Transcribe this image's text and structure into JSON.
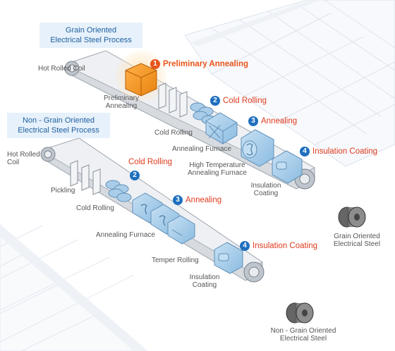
{
  "titles": {
    "grain_oriented": [
      "Grain Oriented",
      "Electrical Steel Process"
    ],
    "non_grain_oriented": [
      "Non - Grain Oriented",
      "Electrical Steel Process"
    ]
  },
  "colors": {
    "accent_orange": "#e8541a",
    "step_badge_blue": "#1f6fbf",
    "title_bg": "#e6f1fb",
    "title_text": "#1f5f9e",
    "machine_blue": "#9cc6e6",
    "label_grey": "#555555"
  },
  "upper_line": {
    "labels": {
      "hot_rolled_coil": "Hot Rolled Coil",
      "preliminary_annealing": [
        "Preliminary",
        "Annealing"
      ],
      "cold_rolling": "Cold Rolling",
      "annealing_furnace": "Annealing Furnace",
      "high_temp_annealing": [
        "High Temperature",
        "Annealing Furnace"
      ],
      "insulation_coating": [
        "Insulation",
        "Coating"
      ]
    },
    "steps": [
      {
        "num": "1",
        "label": "Preliminary Annealing",
        "color": "orange"
      },
      {
        "num": "2",
        "label": "Cold Rolling",
        "color": "red"
      },
      {
        "num": "3",
        "label": "Annealing",
        "color": "red"
      },
      {
        "num": "4",
        "label": "Insulation Coating",
        "color": "red"
      }
    ]
  },
  "lower_line": {
    "labels": {
      "hot_rolled_coil": [
        "Hot Rolled",
        "Coil"
      ],
      "pickling": "Pickling",
      "cold_rolling": "Cold Rolling",
      "annealing_furnace": "Annealing Furnace",
      "temper_rolling": "Temper Rolling",
      "insulation_coating": [
        "Insulation",
        "Coating"
      ]
    },
    "steps": [
      {
        "num": "2",
        "label": "Cold Rolling"
      },
      {
        "num": "3",
        "label": "Annealing"
      },
      {
        "num": "4",
        "label": "Insulation Coating"
      }
    ]
  },
  "products": {
    "grain_oriented": [
      "Grain Oriented",
      "Electrical Steel"
    ],
    "non_grain_oriented": [
      "Non - Grain Oriented",
      "Electrical Steel"
    ]
  }
}
